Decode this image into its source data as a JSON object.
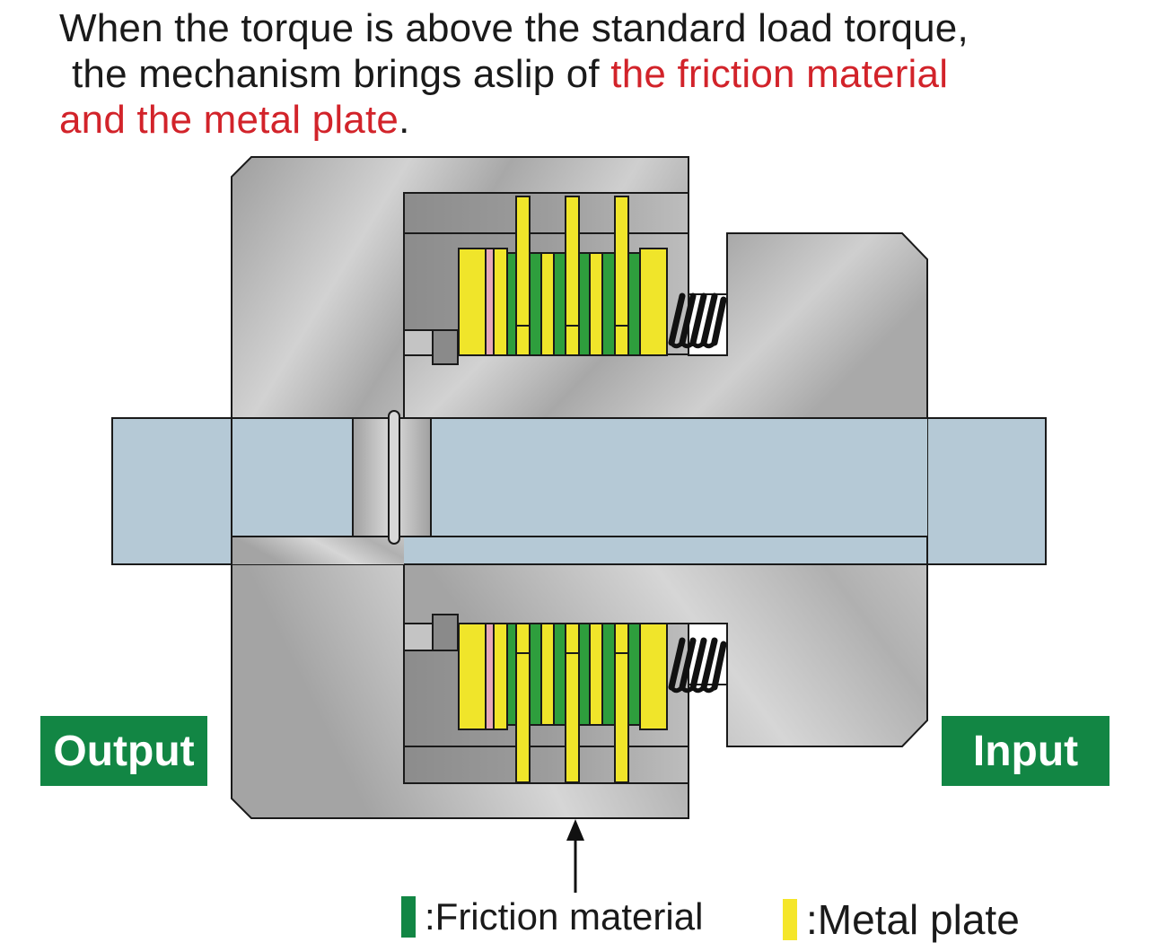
{
  "caption": {
    "line1": "When the torque is above the standard load torque,",
    "line2_plain": "the mechanism brings aslip of ",
    "line2_highlight": "the friction material",
    "line3_highlight": "and the metal plate",
    "line3_end": "."
  },
  "labels": {
    "output": "Output",
    "input": "Input"
  },
  "legend": {
    "friction": ":Friction material",
    "metal": ":Metal plate"
  },
  "colors": {
    "highlight_text": "#d2232a",
    "label_green": "#128644",
    "friction_material": "#2e9e3d",
    "metal_plate": "#f0e52a",
    "pink_plate": "#e6a8b8",
    "shaft": "#b5c9d6",
    "housing": "#bdbdbd"
  }
}
